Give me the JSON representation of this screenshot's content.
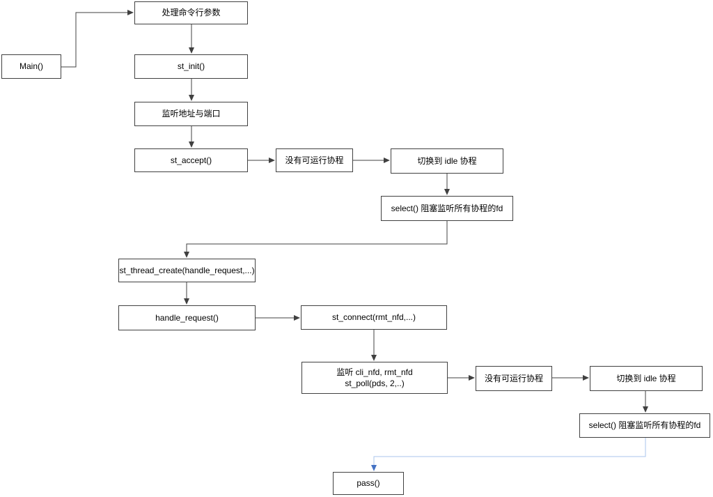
{
  "diagram": {
    "type": "flowchart",
    "language": "zh-CN",
    "nodes": {
      "main": {
        "label": "Main()"
      },
      "process_args": {
        "label": "处理命令行参数"
      },
      "st_init": {
        "label": "st_init()"
      },
      "listen_addr": {
        "label": "监听地址与端口"
      },
      "st_accept": {
        "label": "st_accept()"
      },
      "no_runnable_1": {
        "label": "没有可运行协程"
      },
      "switch_idle_1": {
        "label": "切换到 idle 协程"
      },
      "select_block_1": {
        "label": "select() 阻塞监听所有协程的fd"
      },
      "st_thread_create": {
        "label": "st_thread_create(handle_request,...)"
      },
      "handle_request": {
        "label": "handle_request()"
      },
      "st_connect": {
        "label": "st_connect(rmt_nfd,...)"
      },
      "listen_fds": {
        "label_line1": "监听 cli_nfd, rmt_nfd",
        "label_line2": "st_poll(pds, 2,..)"
      },
      "no_runnable_2": {
        "label": "没有可运行协程"
      },
      "switch_idle_2": {
        "label": "切换到 idle 协程"
      },
      "select_block_2": {
        "label": "select() 阻塞监听所有协程的fd"
      },
      "pass": {
        "label": "pass()"
      }
    },
    "colors": {
      "box_border": "#404040",
      "connector": "#404040",
      "alt_connector_line": "#a9c6ed",
      "alt_connector_arrow": "#4472c4",
      "background": "#ffffff",
      "text": "#000000"
    }
  }
}
